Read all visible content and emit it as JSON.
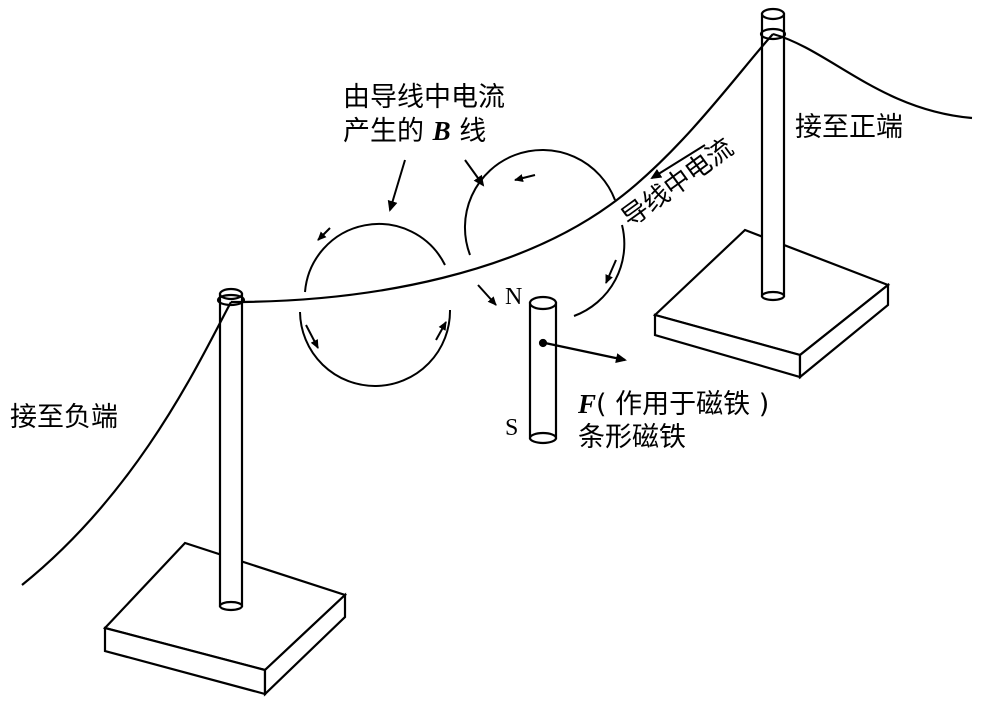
{
  "labels": {
    "b_lines_line1": "由导线中电流",
    "b_lines_line2_pre": "产生的 ",
    "b_symbol": "B",
    "b_lines_line2_post": " 线",
    "wire_current": "导线中电流",
    "to_positive": "接至正端",
    "to_negative": "接至负端",
    "pole_north": "N",
    "pole_south": "S",
    "force_symbol": "F",
    "force_desc": "( 作用于磁铁 )",
    "bar_magnet": "条形磁铁"
  },
  "colors": {
    "ink": "#000000",
    "background": "#ffffff"
  }
}
